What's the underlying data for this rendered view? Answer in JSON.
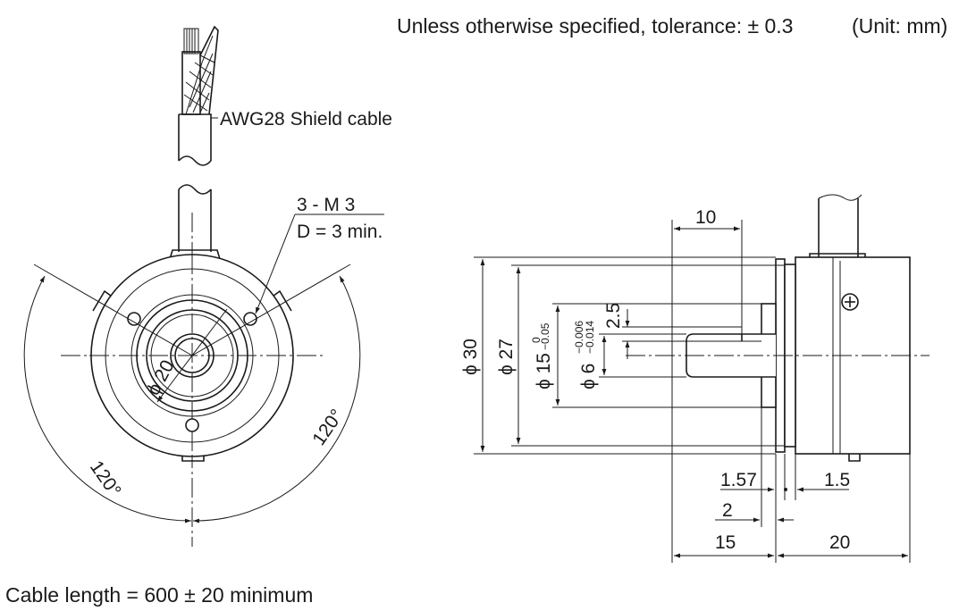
{
  "header": {
    "tolerance_note": "Unless otherwise specified, tolerance: ± 0.3",
    "unit_note": "(Unit: mm)"
  },
  "cable": {
    "label": "AWG28  Shield cable",
    "length_note": "Cable length = 600 ± 20 minimum"
  },
  "front_view": {
    "thread_callout": "3 - M 3",
    "depth_callout": "D = 3 min.",
    "bolt_circle_dim": "ϕ 20",
    "angle_left": "120°",
    "angle_right": "120°"
  },
  "side_view": {
    "dim_phi30": "ϕ 30",
    "dim_phi27": "ϕ 27",
    "dim_phi15": "ϕ 15",
    "phi15_tol_upper": "0",
    "phi15_tol_lower": "−0.05",
    "dim_phi6": "ϕ 6",
    "phi6_tol_upper": "−0.006",
    "phi6_tol_lower": "−0.014",
    "dim_flat": "2.5",
    "dim_shaft_flat_length": "10",
    "dim_flange_157": "1.57",
    "dim_flange_15": "1.5",
    "dim_flange_2": "2",
    "dim_shaft_15": "15",
    "dim_body_20": "20"
  },
  "colors": {
    "line": "#1a1a1a",
    "background": "#ffffff"
  },
  "icons": [
    "cross-screw-icon",
    "dimension-arrow-icon"
  ]
}
